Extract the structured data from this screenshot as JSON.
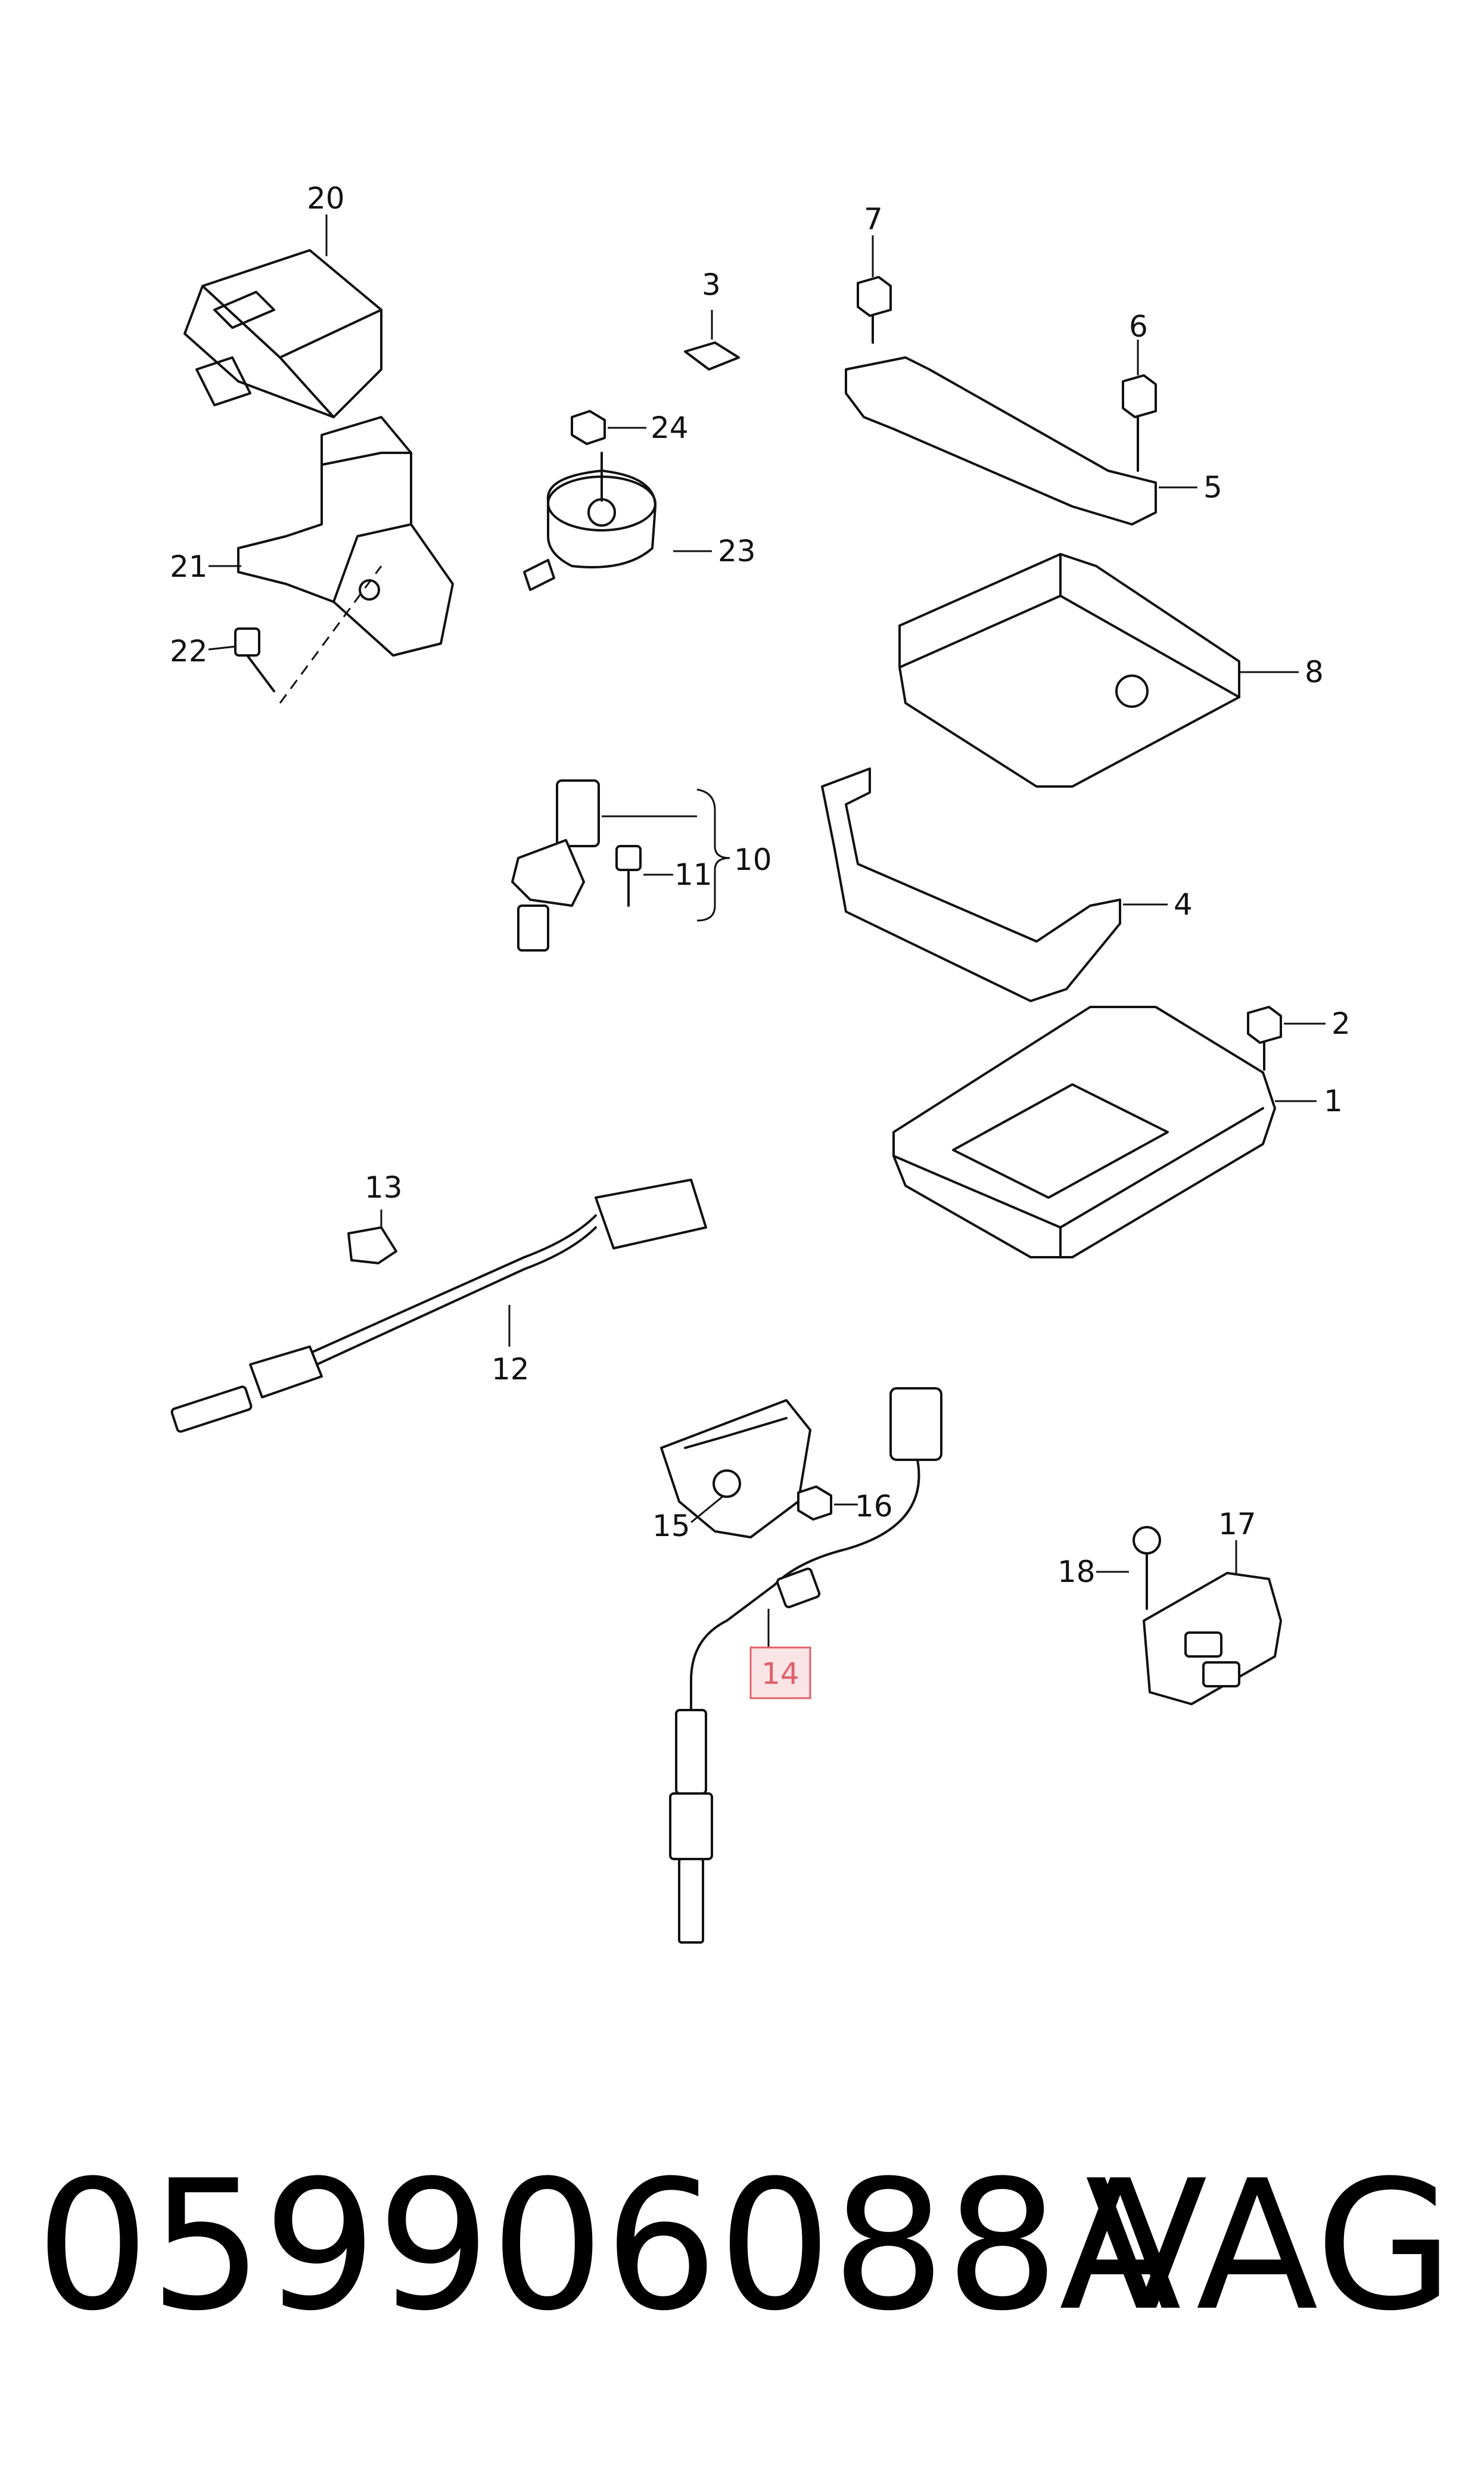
{
  "diagram": {
    "callouts": [
      "20",
      "3",
      "7",
      "6",
      "5",
      "24",
      "23",
      "21",
      "22",
      "8",
      "10",
      "11",
      "4",
      "2",
      "1",
      "13",
      "12",
      "15",
      "16",
      "17",
      "18",
      "14"
    ],
    "highlight_color": "#e0606a"
  },
  "footer": {
    "part_number": "059906088A",
    "brand": "VAG"
  }
}
